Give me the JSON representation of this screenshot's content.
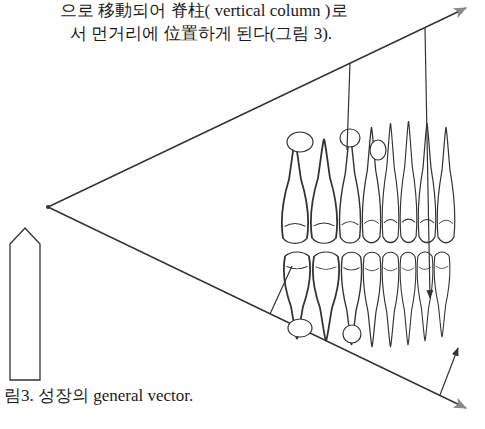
{
  "diagram": {
    "caption": "림3. 성장의 general vector.",
    "labels": [
      "으로 移動되어 脊柱( vertical column )로",
      "서 먼거리에 位置하게 된다(그림 3)."
    ]
  }
}
